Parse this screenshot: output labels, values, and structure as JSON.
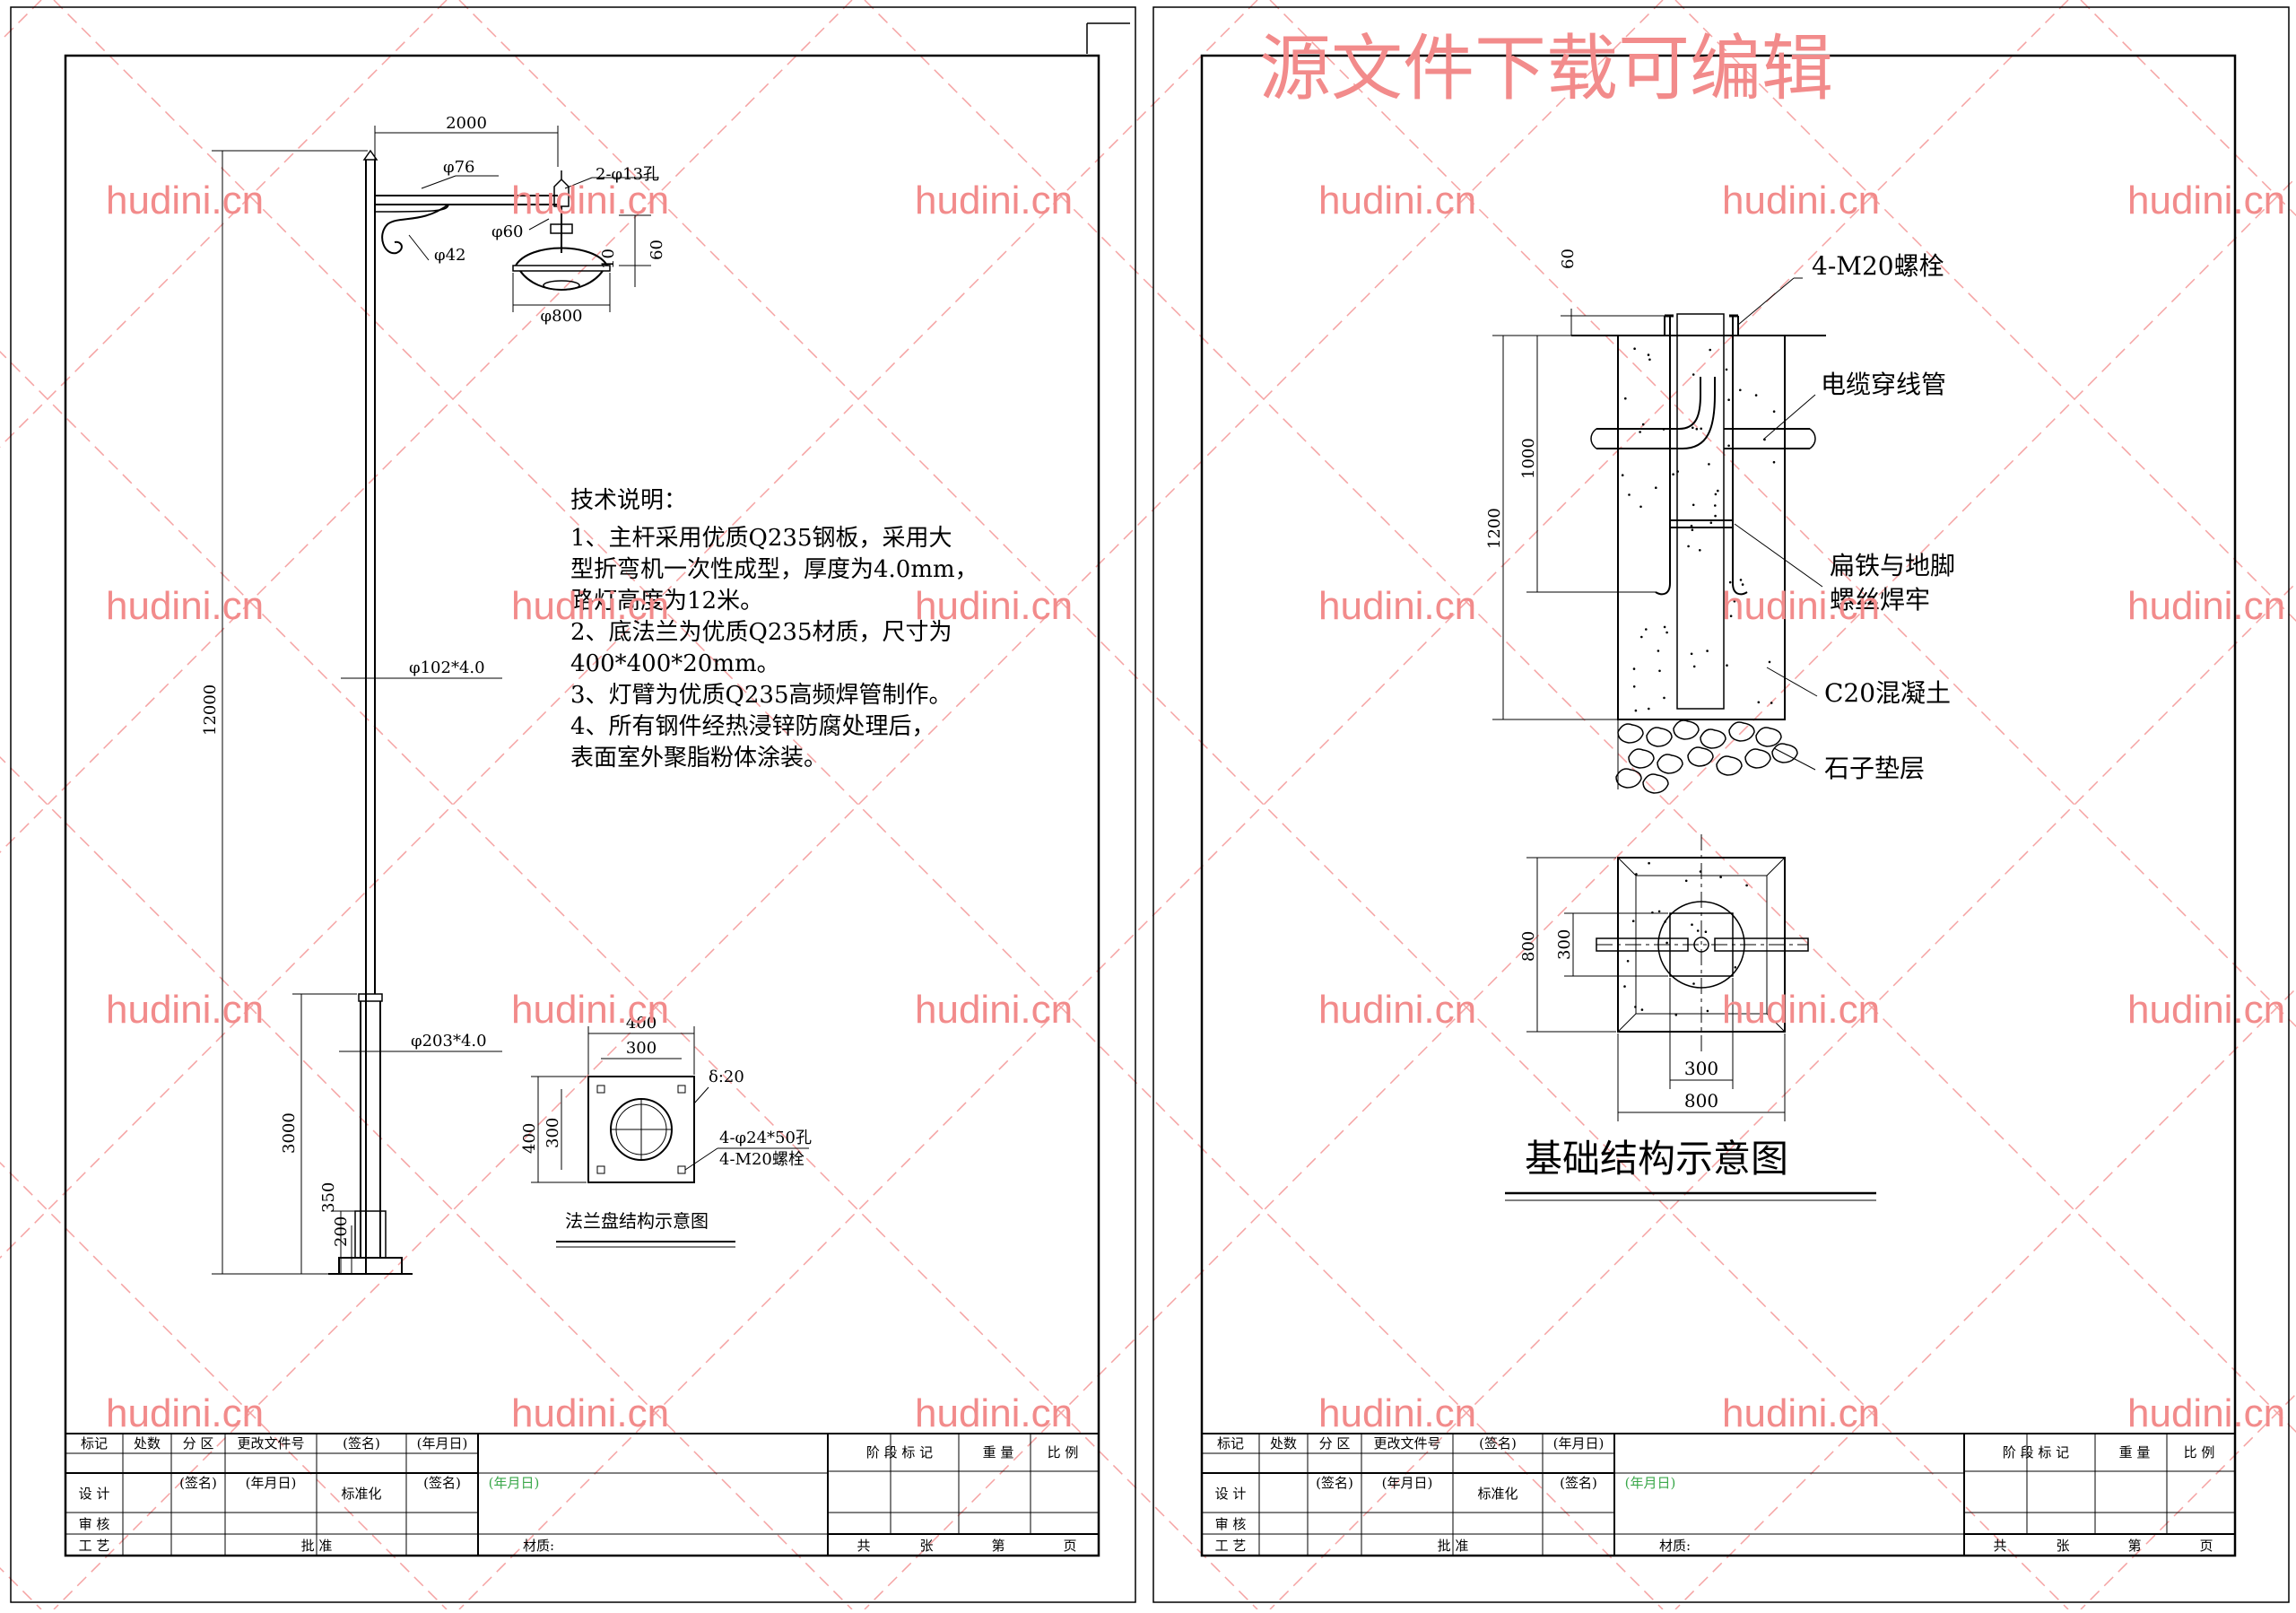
{
  "watermark": {
    "site": "hudini.cn",
    "banner": "源文件下载可编辑",
    "color": "#f28b8b"
  },
  "left_sheet": {
    "pole_dims": {
      "arm_length": "2000",
      "arm_dia": "φ76",
      "holes": "2-φ13孔",
      "connector_dia": "φ60",
      "scroll_dia": "φ42",
      "lamp_drop": "60",
      "lamp_gap": "10",
      "lamp_dia": "φ800",
      "total_height": "12000",
      "upper_pole": "φ102*4.0",
      "lower_pole": "φ203*4.0",
      "lower_height": "3000",
      "base_height": "350",
      "flange_height": "200"
    },
    "tech_notes": {
      "heading": "技术说明：",
      "lines": [
        "1、主杆采用优质Q235钢板，采用大",
        "型折弯机一次性成型，厚度为4.0mm，",
        "路灯高度为12米。",
        "2、底法兰为优质Q235材质，尺寸为",
        "400*400*20mm。",
        "3、灯臂为优质Q235高频焊管制作。",
        "4、所有钢件经热浸锌防腐处理后，",
        "表面室外聚脂粉体涂装。"
      ]
    },
    "flange": {
      "outer": "400",
      "inner": "300",
      "thickness": "δ:20",
      "outer_v": "400",
      "inner_v": "300",
      "holes": "4-φ24*50孔",
      "bolts": "4-M20螺栓",
      "caption": "法兰盘结构示意图"
    }
  },
  "right_sheet": {
    "foundation": {
      "top_offset": "60",
      "depth_inner": "1000",
      "depth_total": "1200",
      "bolts_label": "4-M20螺栓",
      "conduit_label": "电缆穿线管",
      "weld_label_1": "扁铁与地脚",
      "weld_label_2": "螺丝焊牢",
      "concrete_label": "C20混凝土",
      "gravel_label": "石子垫层"
    },
    "plan": {
      "outer_v": "800",
      "inner_v": "300",
      "inner_h": "300",
      "outer_h": "800"
    },
    "title": "基础结构示意图"
  },
  "title_block": {
    "row1": [
      "标记",
      "处数",
      "分 区",
      "更改文件号",
      "(签名)",
      "(年月日)"
    ],
    "design": "设 计",
    "sign": "(签名)",
    "date": "(年月日)",
    "standardize": "标准化",
    "sign2": "(签名)",
    "date2": "(年月日)",
    "review": "审 核",
    "process": "工 艺",
    "approve": "批 准",
    "material": "材质:",
    "stage_mark": "阶 段 标 记",
    "weight": "重 量",
    "scale": "比 例",
    "sheets_total": "共",
    "sheets_of": "张",
    "sheet_no": "第",
    "page": "页"
  }
}
